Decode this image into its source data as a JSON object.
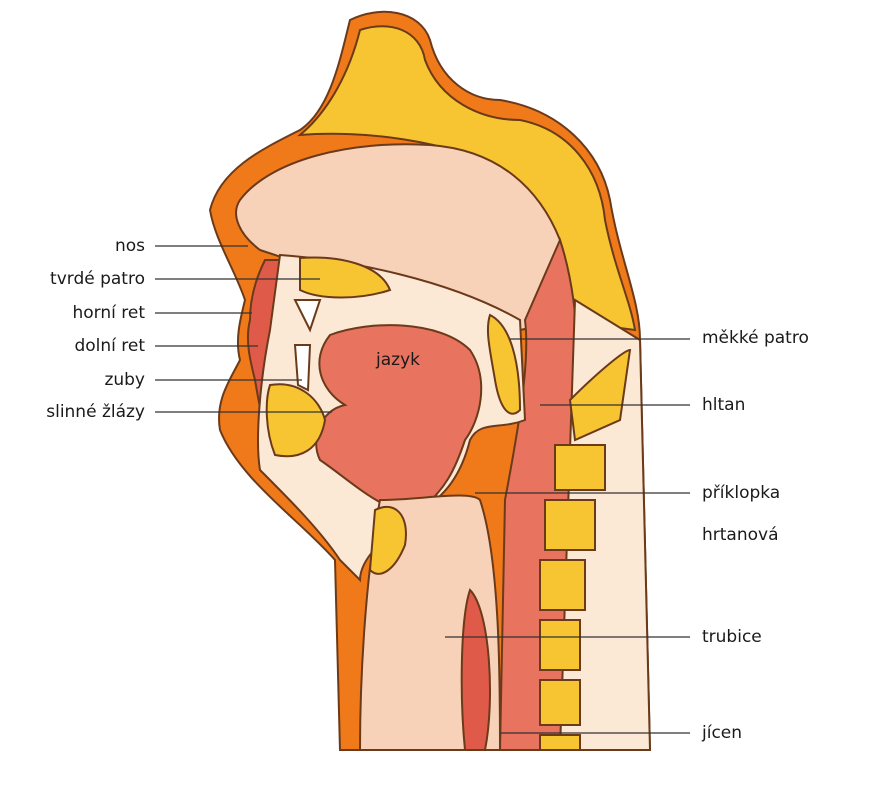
{
  "title": "Head and neck cross-section",
  "labels_left": [
    "nos",
    "tvrdé patro",
    "horní ret",
    "dolní ret",
    "zuby",
    "slinné žlázy"
  ],
  "label_center": "jazyk",
  "labels_right": [
    "měkké patro",
    "hltan",
    "příklopka",
    "hrtanová",
    "trubice",
    "jícen"
  ],
  "colors": {
    "skin": "#f07a1a",
    "bone": "#f7c531",
    "tissue": "#f8d2b8",
    "muscle": "#e05a4a",
    "tongue": "#e8735f",
    "light": "#fbe9d6"
  }
}
